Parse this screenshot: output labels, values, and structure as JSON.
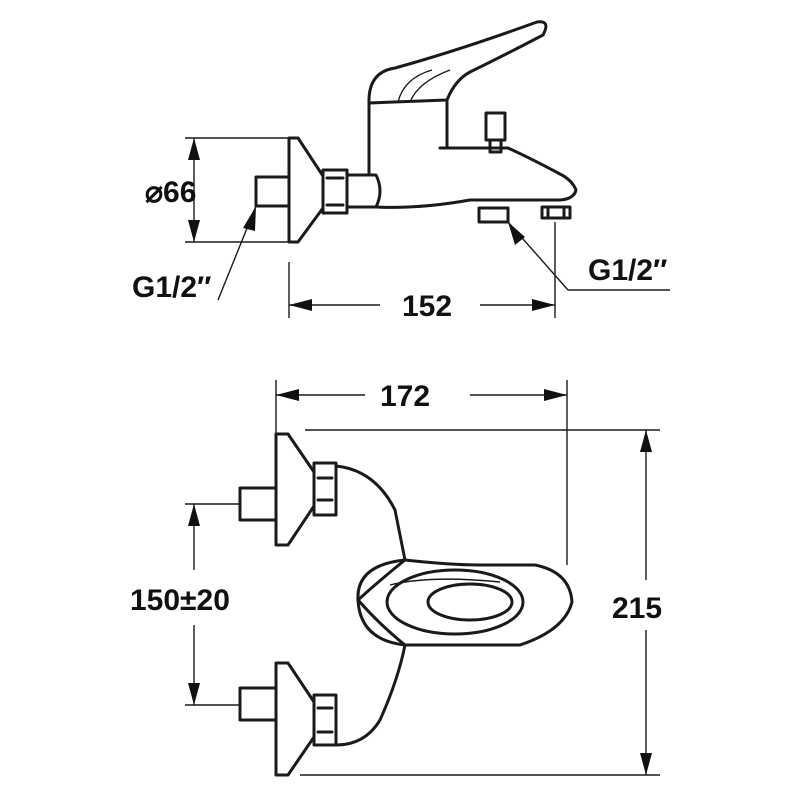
{
  "side_view": {
    "diameter": "⌀66",
    "inlet_thread": "G1/2″",
    "outlet_thread": "G1/2″",
    "width": "152"
  },
  "top_view": {
    "overall_width": "172",
    "inlet_spacing": "150±20",
    "depth": "215"
  }
}
